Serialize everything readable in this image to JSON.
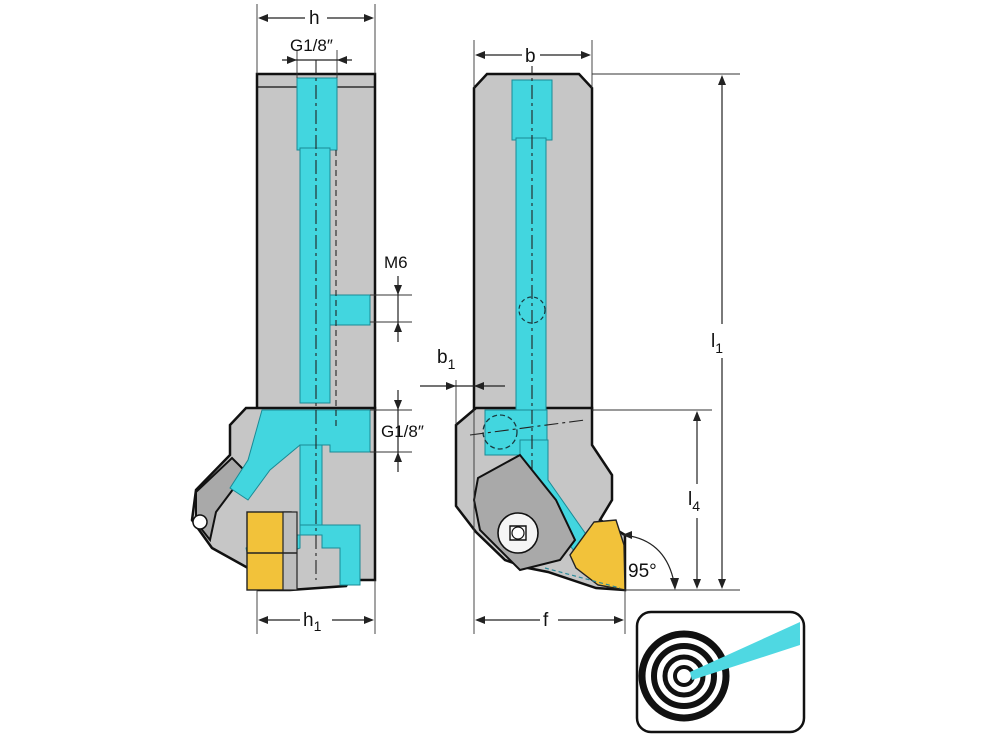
{
  "labels": {
    "h": "h",
    "g18_top": "G1/8″",
    "m6": "M6",
    "g18_side": "G1/8″",
    "h1": "h",
    "h1_sub": "1",
    "b": "b",
    "b1": "b",
    "b1_sub": "1",
    "l1": "l",
    "l1_sub": "1",
    "l4": "l",
    "l4_sub": "4",
    "f": "f",
    "angle": "95°"
  },
  "colors": {
    "body": "#c6c6c6",
    "coolant": "#42d6df",
    "insert": "#f2c23a",
    "outline": "#111111"
  },
  "icons": {
    "coolant_target": "coolant-target-icon"
  }
}
